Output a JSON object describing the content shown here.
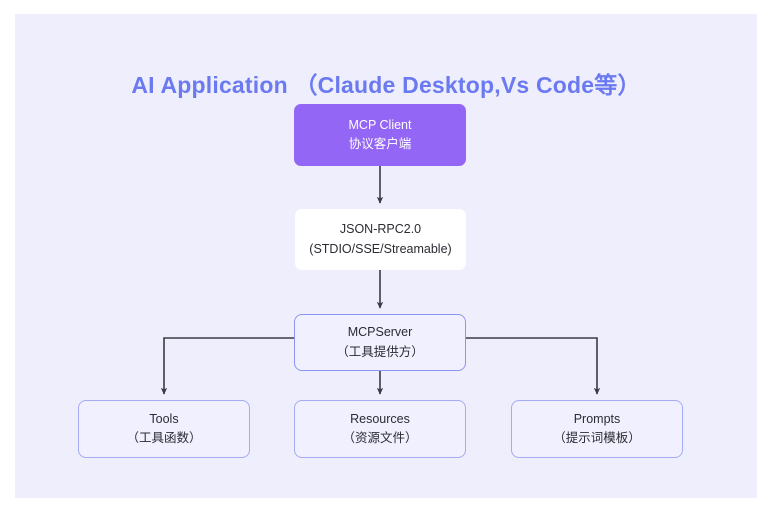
{
  "diagram": {
    "title": "AI Application （Claude Desktop,Vs Code等）",
    "background_color": "#eeeefd",
    "title_color": "#6b7af0",
    "nodes": {
      "mcp_client": {
        "line1": "MCP Client",
        "line2": "协议客户端",
        "fill": "#9466f5",
        "text_color": "#ffffff"
      },
      "jsonrpc": {
        "line1": "JSON-RPC2.0",
        "line2": "(STDIO/SSE/Streamable)",
        "fill": "#ffffff",
        "text_color": "#2b2b33"
      },
      "mcp_server": {
        "line1": "MCPServer",
        "line2": "（工具提供方）",
        "fill": "#f0f0fe",
        "border": "#8b94f2"
      },
      "tools": {
        "line1": "Tools",
        "line2": "（工具函数）",
        "fill": "#f0f0fe",
        "border": "#a3abf3"
      },
      "resources": {
        "line1": "Resources",
        "line2": "（资源文件）",
        "fill": "#f0f0fe",
        "border": "#a3abf3"
      },
      "prompts": {
        "line1": "Prompts",
        "line2": "（提示词模板）",
        "fill": "#f0f0fe",
        "border": "#a3abf3"
      }
    },
    "edges": [
      {
        "name": "client-to-jsonrpc",
        "from": "mcp_client",
        "to": "jsonrpc",
        "style": "arrow-down"
      },
      {
        "name": "jsonrpc-to-server",
        "from": "jsonrpc",
        "to": "mcp_server",
        "style": "arrow-down"
      },
      {
        "name": "server-to-tools",
        "from": "mcp_server",
        "to": "tools",
        "style": "elbow-left-down"
      },
      {
        "name": "server-to-resources",
        "from": "mcp_server",
        "to": "resources",
        "style": "arrow-down"
      },
      {
        "name": "server-to-prompts",
        "from": "mcp_server",
        "to": "prompts",
        "style": "elbow-right-down"
      }
    ],
    "edge_color": "#3b3b44"
  }
}
